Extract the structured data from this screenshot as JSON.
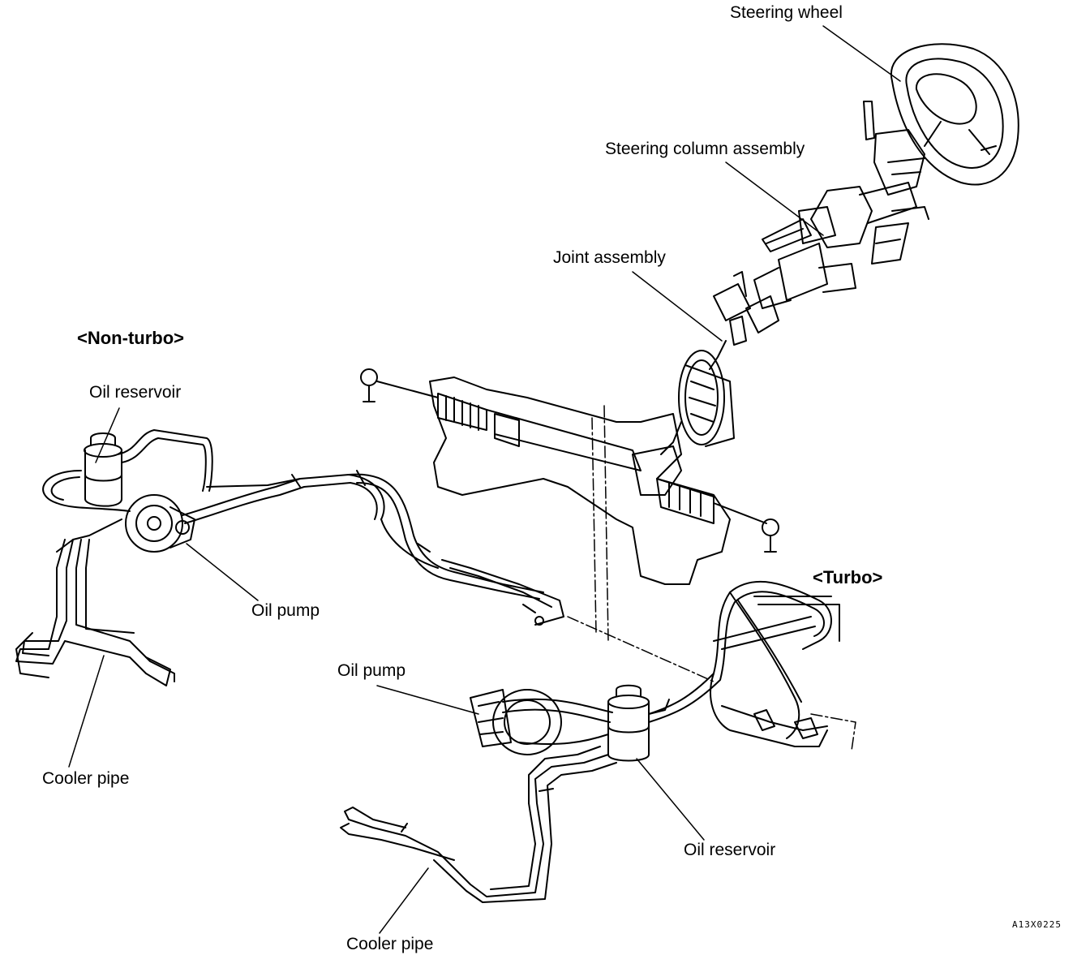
{
  "labels": {
    "steering_wheel": "Steering wheel",
    "steering_column": "Steering column assembly",
    "joint_assembly": "Joint assembly",
    "non_turbo": "<Non-turbo>",
    "turbo": "<Turbo>",
    "nt_oil_reservoir": "Oil reservoir",
    "nt_oil_pump": "Oil pump",
    "nt_cooler_pipe": "Cooler pipe",
    "t_oil_pump": "Oil pump",
    "t_oil_reservoir": "Oil reservoir",
    "t_cooler_pipe": "Cooler pipe",
    "figure_code": "A13X0225"
  }
}
